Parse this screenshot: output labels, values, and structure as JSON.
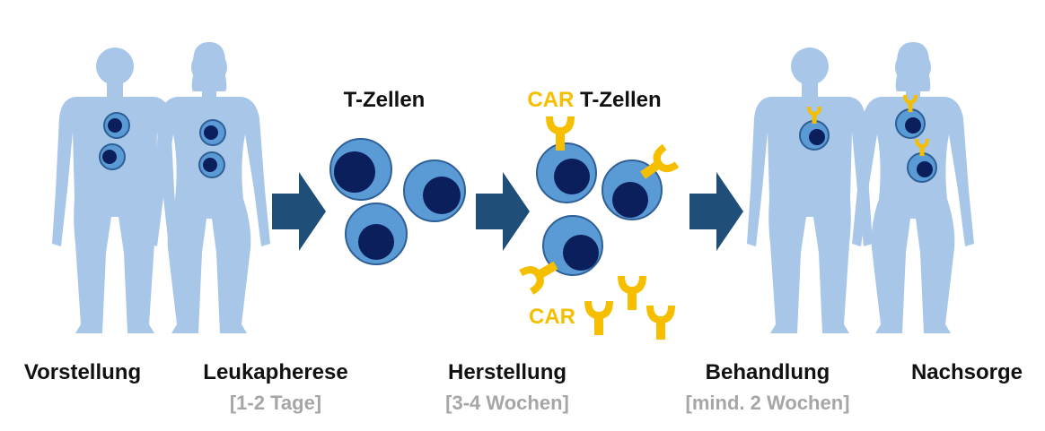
{
  "labels": {
    "t_cells": "T-Zellen",
    "car_t_cells_prefix": "CAR",
    "car_t_cells_suffix": "T-Zellen",
    "car": "CAR"
  },
  "steps": [
    {
      "label": "Vorstellung",
      "duration": ""
    },
    {
      "label": "Leukapherese",
      "duration": "[1-2 Tage]"
    },
    {
      "label": "Herstellung",
      "duration": "[3-4 Wochen]"
    },
    {
      "label": "Behandlung",
      "duration": "[mind. 2 Wochen]"
    },
    {
      "label": "Nachsorge",
      "duration": ""
    }
  ],
  "colors": {
    "body": "#a7c6e8",
    "cell": "#5b9bd5",
    "cell_stroke": "#2e5f96",
    "nucleus": "#0b1f5c",
    "arrow": "#1f4e79",
    "receptor": "#f5bf00",
    "step_text": "#111111",
    "duration_text": "#a6a6a6"
  },
  "icons": [
    "male-body-icon",
    "female-body-icon",
    "right-arrow-icon",
    "car-receptor-icon"
  ]
}
